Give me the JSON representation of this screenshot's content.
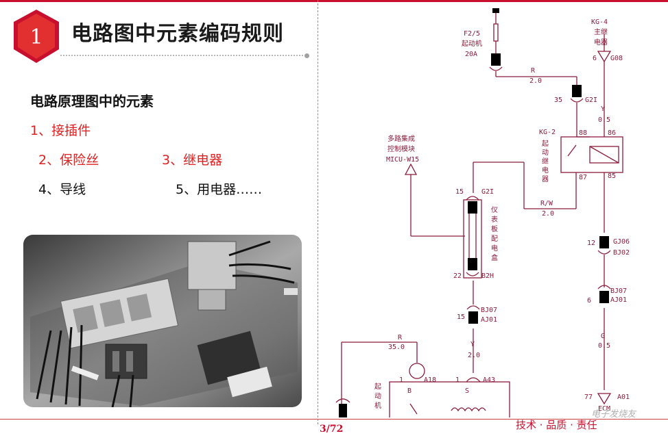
{
  "header": {
    "number": "1",
    "title": "电路图中元素编码规则"
  },
  "content": {
    "heading": "电路原理图中的元素",
    "items": [
      "1、接插件",
      "2、保险丝",
      "3、继电器",
      "4、导线",
      "5、用电器……"
    ]
  },
  "diagram": {
    "labels": {
      "fuse": "F2/5",
      "fuse_sub": "起动机",
      "fuse_amp": "20A",
      "kg4": "KG-4",
      "kg4_sub1": "主继",
      "kg4_sub2": "电器",
      "kg4_pin": "6",
      "kg4_conn": "G08",
      "wire_r": "R",
      "wire_r2": "2.0",
      "pin35": "35",
      "g2i_a": "G2I",
      "wire_y": "Y",
      "wire_y05": "0.5",
      "kg2": "KG-2",
      "kg2_v": [
        "起",
        "动",
        "继",
        "电",
        "器"
      ],
      "pin88": "88",
      "pin86": "86",
      "pin87": "87",
      "pin85": "85",
      "micu1": "多路集成",
      "micu2": "控制模块",
      "micu3": "MICU-W15",
      "pin15a": "15",
      "g2i_b": "G2I",
      "panel_v": [
        "仪",
        "表",
        "板",
        "配",
        "电",
        "盒"
      ],
      "wire_rw": "R/W",
      "wire_rw2": "2.0",
      "pin12": "12",
      "gj06": "GJ06",
      "bj02": "BJ02",
      "pin22": "22",
      "b2h": "B2H",
      "bj07a": "BJ07",
      "aj01a": "AJ01",
      "pin6": "6",
      "pin15b": "15",
      "bj07b": "BJ07",
      "aj01b": "AJ01",
      "wire_y2": "Y",
      "wire_y2v": "2.0",
      "wire_g": "G",
      "wire_g05": "0.5",
      "wire_r3": "R",
      "wire_r35": "35.0",
      "pin1a": "1",
      "a18": "A18",
      "pin1b": "1",
      "a43": "A43",
      "starter_v": [
        "起",
        "动",
        "机"
      ],
      "term_b": "B",
      "term_s": "S",
      "pin77": "77",
      "a01": "A01",
      "ecm": "ECM"
    }
  },
  "footer": {
    "page": "3/72",
    "slogan": "技术 · 品质 · 责任",
    "watermark": "电子发烧友"
  },
  "colors": {
    "accent": "#c8102e",
    "diagram_line": "#8b1a3a",
    "item_red": "#e02020"
  }
}
